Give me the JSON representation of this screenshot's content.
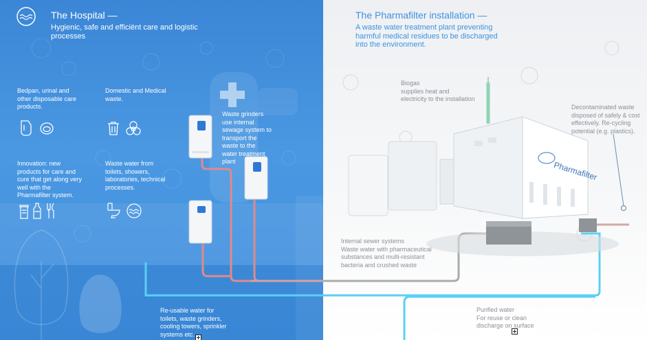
{
  "hospital": {
    "title": "The Hospital —",
    "subtitle": "Hygienic, safe and efficiënt care and logistic\nprocesses",
    "bedpan_text": "Bedpan, urinal and\nother disposable care\nproducts.",
    "domestic_text": "Domestic and Medical\nwaste.",
    "innovation_text": "Innovation: new\nproducts for care and\ncure that get along very\nwell with the\nPharmafilter system.",
    "wastewater_text": "Waste water from\ntoilets, showers,\nlaboratories, technical\nprocesses.",
    "grinders_text": "Waste grinders\nuse internal\nsewage system to\ntransport the\nwaste to the\nwater treatment\nplant",
    "reusable_text": "Re-usable water for\ntoilets, waste grinders,\ncooling towers, sprinkler\nsystems etc."
  },
  "installation": {
    "title": "The Pharmafilter installation —",
    "subtitle": "A waste water treatment plant preventing\nharmful medical residues to be discharged\ninto the environment.",
    "biogas_text": "Biogas\nsupplies heat and\nelectricity to the installation",
    "decontaminated_text": "Decontaminated waste\ndisposed of safely & cost\neffectively. Re-cycling\npotential (e.g. plastics).",
    "sewer_text": "Internal sewer systems\nWaste water with pharmaceutical\nsubstances and multi-resistant\nbacteria and crushed waste",
    "purified_text": "Purified water\nFor reuse or clean\ndischarge on surface",
    "brand_label": "Pharmafilter"
  },
  "icons": [
    "logo-icon",
    "bedpan-icon",
    "urinal-icon",
    "trash-bin-icon",
    "biohazard-icon",
    "container-icon",
    "bottle-icon",
    "cutlery-icon",
    "toilet-icon",
    "water-wave-icon",
    "hospital-cross-icon"
  ],
  "colors": {
    "hospital_blue": "#3b86d6",
    "right_background": "#f2f4f6",
    "title_blue": "#3d92e0",
    "pipe_pink": "#e08a8a",
    "pipe_cyan": "#5ad0f5",
    "pipe_gray": "#a9ada5",
    "biogas_green": "#8fd3b5"
  }
}
